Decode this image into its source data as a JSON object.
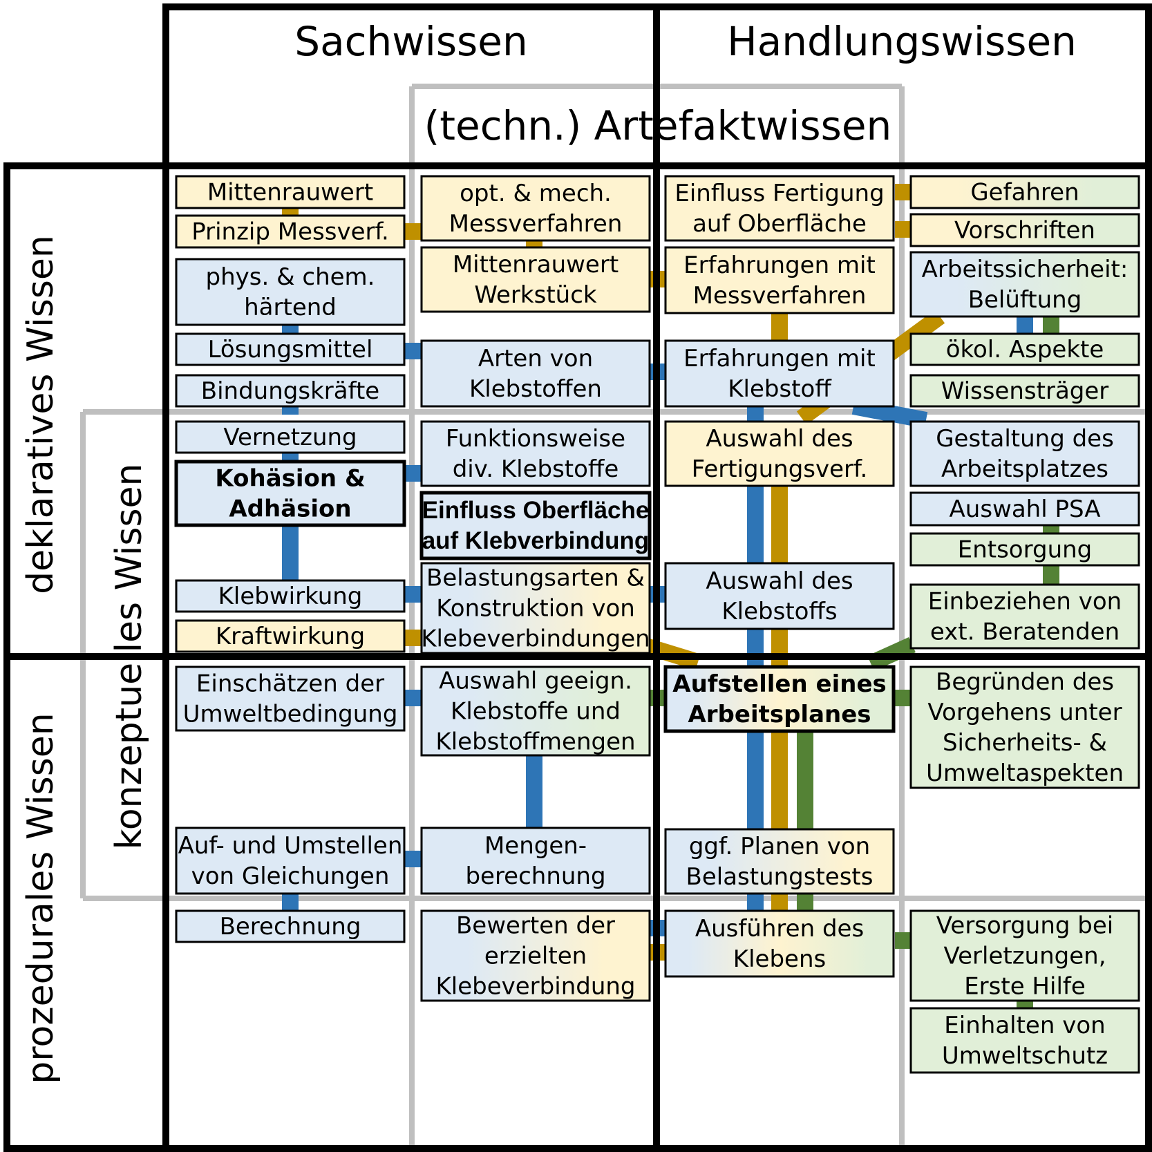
{
  "headers": {
    "sachwissen": "Sachwissen",
    "handlungswissen": "Handlungswissen",
    "artefaktwissen": "(techn.) Artefaktwissen",
    "deklaratives": "deklaratives Wissen",
    "konzeptuelles": "konzeptuelles Wissen",
    "prozedurales": "prozedurales Wissen"
  },
  "colors": {
    "blue_fill": "#dde9f5",
    "yellow_fill": "#fef3d0",
    "green_fill": "#e1efd8",
    "blue_line": "#2e75b6",
    "yellow_line": "#bf9000",
    "green_line": "#548235",
    "grey_grid": "#bfbfbf",
    "border": "#000000"
  },
  "nodes": [
    {
      "id": "mittenrauwert",
      "lines": [
        "Mittenrauwert"
      ],
      "fill": "yellow"
    },
    {
      "id": "prinzip-messverf",
      "lines": [
        "Prinzip Messverf."
      ],
      "fill": "yellow"
    },
    {
      "id": "phys-chem-haertend",
      "lines": [
        "phys. & chem.",
        "härtend"
      ],
      "fill": "blue"
    },
    {
      "id": "loesungsmittel",
      "lines": [
        "Lösungsmittel"
      ],
      "fill": "blue"
    },
    {
      "id": "bindungskraefte",
      "lines": [
        "Bindungskräfte"
      ],
      "fill": "blue"
    },
    {
      "id": "vernetzung",
      "lines": [
        "Vernetzung"
      ],
      "fill": "blue"
    },
    {
      "id": "kohaesion-adhaesion",
      "lines": [
        "Kohäsion &",
        "Adhäsion"
      ],
      "fill": "blue"
    },
    {
      "id": "klebwirkung",
      "lines": [
        "Klebwirkung"
      ],
      "fill": "blue"
    },
    {
      "id": "kraftwirkung",
      "lines": [
        "Kraftwirkung"
      ],
      "fill": "yellow"
    },
    {
      "id": "einschaetzen-umweltbedingung",
      "lines": [
        "Einschätzen der",
        "Umweltbedingung"
      ],
      "fill": "blue"
    },
    {
      "id": "auf-umstellen-gleichungen",
      "lines": [
        "Auf- und Umstellen",
        "von Gleichungen"
      ],
      "fill": "blue"
    },
    {
      "id": "berechnung",
      "lines": [
        "Berechnung"
      ],
      "fill": "blue"
    },
    {
      "id": "opt-mech-messverfahren",
      "lines": [
        "opt. & mech.",
        "Messverfahren"
      ],
      "fill": "yellow"
    },
    {
      "id": "mittenrauwert-werkstueck",
      "lines": [
        "Mittenrauwert",
        "Werkstück"
      ],
      "fill": "yellow"
    },
    {
      "id": "arten-klebstoffen",
      "lines": [
        "Arten von",
        "Klebstoffen"
      ],
      "fill": "blue"
    },
    {
      "id": "funktionsweise-klebstoffe",
      "lines": [
        "Funktionsweise",
        "div. Klebstoffe"
      ],
      "fill": "blue"
    },
    {
      "id": "einfluss-oberflaeche-klebverbindung",
      "lines": [
        "Einfluss Oberfläche",
        "auf Klebverbindung"
      ],
      "fill": "blue"
    },
    {
      "id": "belastungsarten-konstruktion",
      "lines": [
        "Belastungsarten &",
        "Konstruktion von",
        "Klebeverbindungen"
      ],
      "fill": "blue-yellow"
    },
    {
      "id": "auswahl-geeign-klebstoffe",
      "lines": [
        "Auswahl geeign.",
        "Klebstoffe und",
        "Klebstoffmengen"
      ],
      "fill": "blue-green"
    },
    {
      "id": "mengenberechnung",
      "lines": [
        "Mengen-",
        "berechnung"
      ],
      "fill": "blue"
    },
    {
      "id": "bewerten-klebeverbindung",
      "lines": [
        "Bewerten der",
        "erzielten",
        "Klebeverbindung"
      ],
      "fill": "blue-yellow"
    },
    {
      "id": "einfluss-fertigung-oberflaeche",
      "lines": [
        "Einfluss Fertigung",
        "auf Oberfläche"
      ],
      "fill": "yellow"
    },
    {
      "id": "erfahrungen-messverfahren",
      "lines": [
        "Erfahrungen mit",
        "Messverfahren"
      ],
      "fill": "yellow"
    },
    {
      "id": "erfahrungen-klebstoff",
      "lines": [
        "Erfahrungen mit",
        "Klebstoff"
      ],
      "fill": "blue"
    },
    {
      "id": "auswahl-fertigungsverf",
      "lines": [
        "Auswahl des",
        "Fertigungsverf."
      ],
      "fill": "yellow"
    },
    {
      "id": "auswahl-klebstoffs",
      "lines": [
        "Auswahl des",
        "Klebstoffs"
      ],
      "fill": "blue"
    },
    {
      "id": "aufstellen-arbeitsplanes",
      "lines": [
        "Aufstellen eines",
        "Arbeitsplanes"
      ],
      "fill": "blue-yellow-green"
    },
    {
      "id": "planen-belastungstests",
      "lines": [
        "ggf. Planen von",
        "Belastungstests"
      ],
      "fill": "blue-yellow"
    },
    {
      "id": "ausfuehren-klebens",
      "lines": [
        "Ausführen des",
        "Klebens"
      ],
      "fill": "blue-yellow-green"
    },
    {
      "id": "gefahren",
      "lines": [
        "Gefahren"
      ],
      "fill": "yellow-green"
    },
    {
      "id": "vorschriften",
      "lines": [
        "Vorschriften"
      ],
      "fill": "yellow-green"
    },
    {
      "id": "arbeitssicherheit-belueftung",
      "lines": [
        "Arbeitssicherheit:",
        "Belüftung"
      ],
      "fill": "blue-green"
    },
    {
      "id": "oekol-aspekte",
      "lines": [
        "ökol. Aspekte"
      ],
      "fill": "green"
    },
    {
      "id": "wissenstraeger",
      "lines": [
        "Wissensträger"
      ],
      "fill": "green"
    },
    {
      "id": "gestaltung-arbeitsplatzes",
      "lines": [
        "Gestaltung des",
        "Arbeitsplatzes"
      ],
      "fill": "blue"
    },
    {
      "id": "auswahl-psa",
      "lines": [
        "Auswahl PSA"
      ],
      "fill": "blue"
    },
    {
      "id": "entsorgung",
      "lines": [
        "Entsorgung"
      ],
      "fill": "green"
    },
    {
      "id": "einbeziehen-beratenden",
      "lines": [
        "Einbeziehen von",
        "ext. Beratenden"
      ],
      "fill": "green"
    },
    {
      "id": "begruenden-vorgehen",
      "lines": [
        "Begründen des",
        "Vorgehens unter",
        "Sicherheits- &",
        "Umweltaspekten"
      ],
      "fill": "green"
    },
    {
      "id": "versorgung-verletzungen",
      "lines": [
        "Versorgung bei",
        "Verletzungen,",
        "Erste Hilfe"
      ],
      "fill": "green"
    },
    {
      "id": "einhalten-umweltschutz",
      "lines": [
        "Einhalten von",
        "Umweltschutz"
      ],
      "fill": "green"
    }
  ]
}
